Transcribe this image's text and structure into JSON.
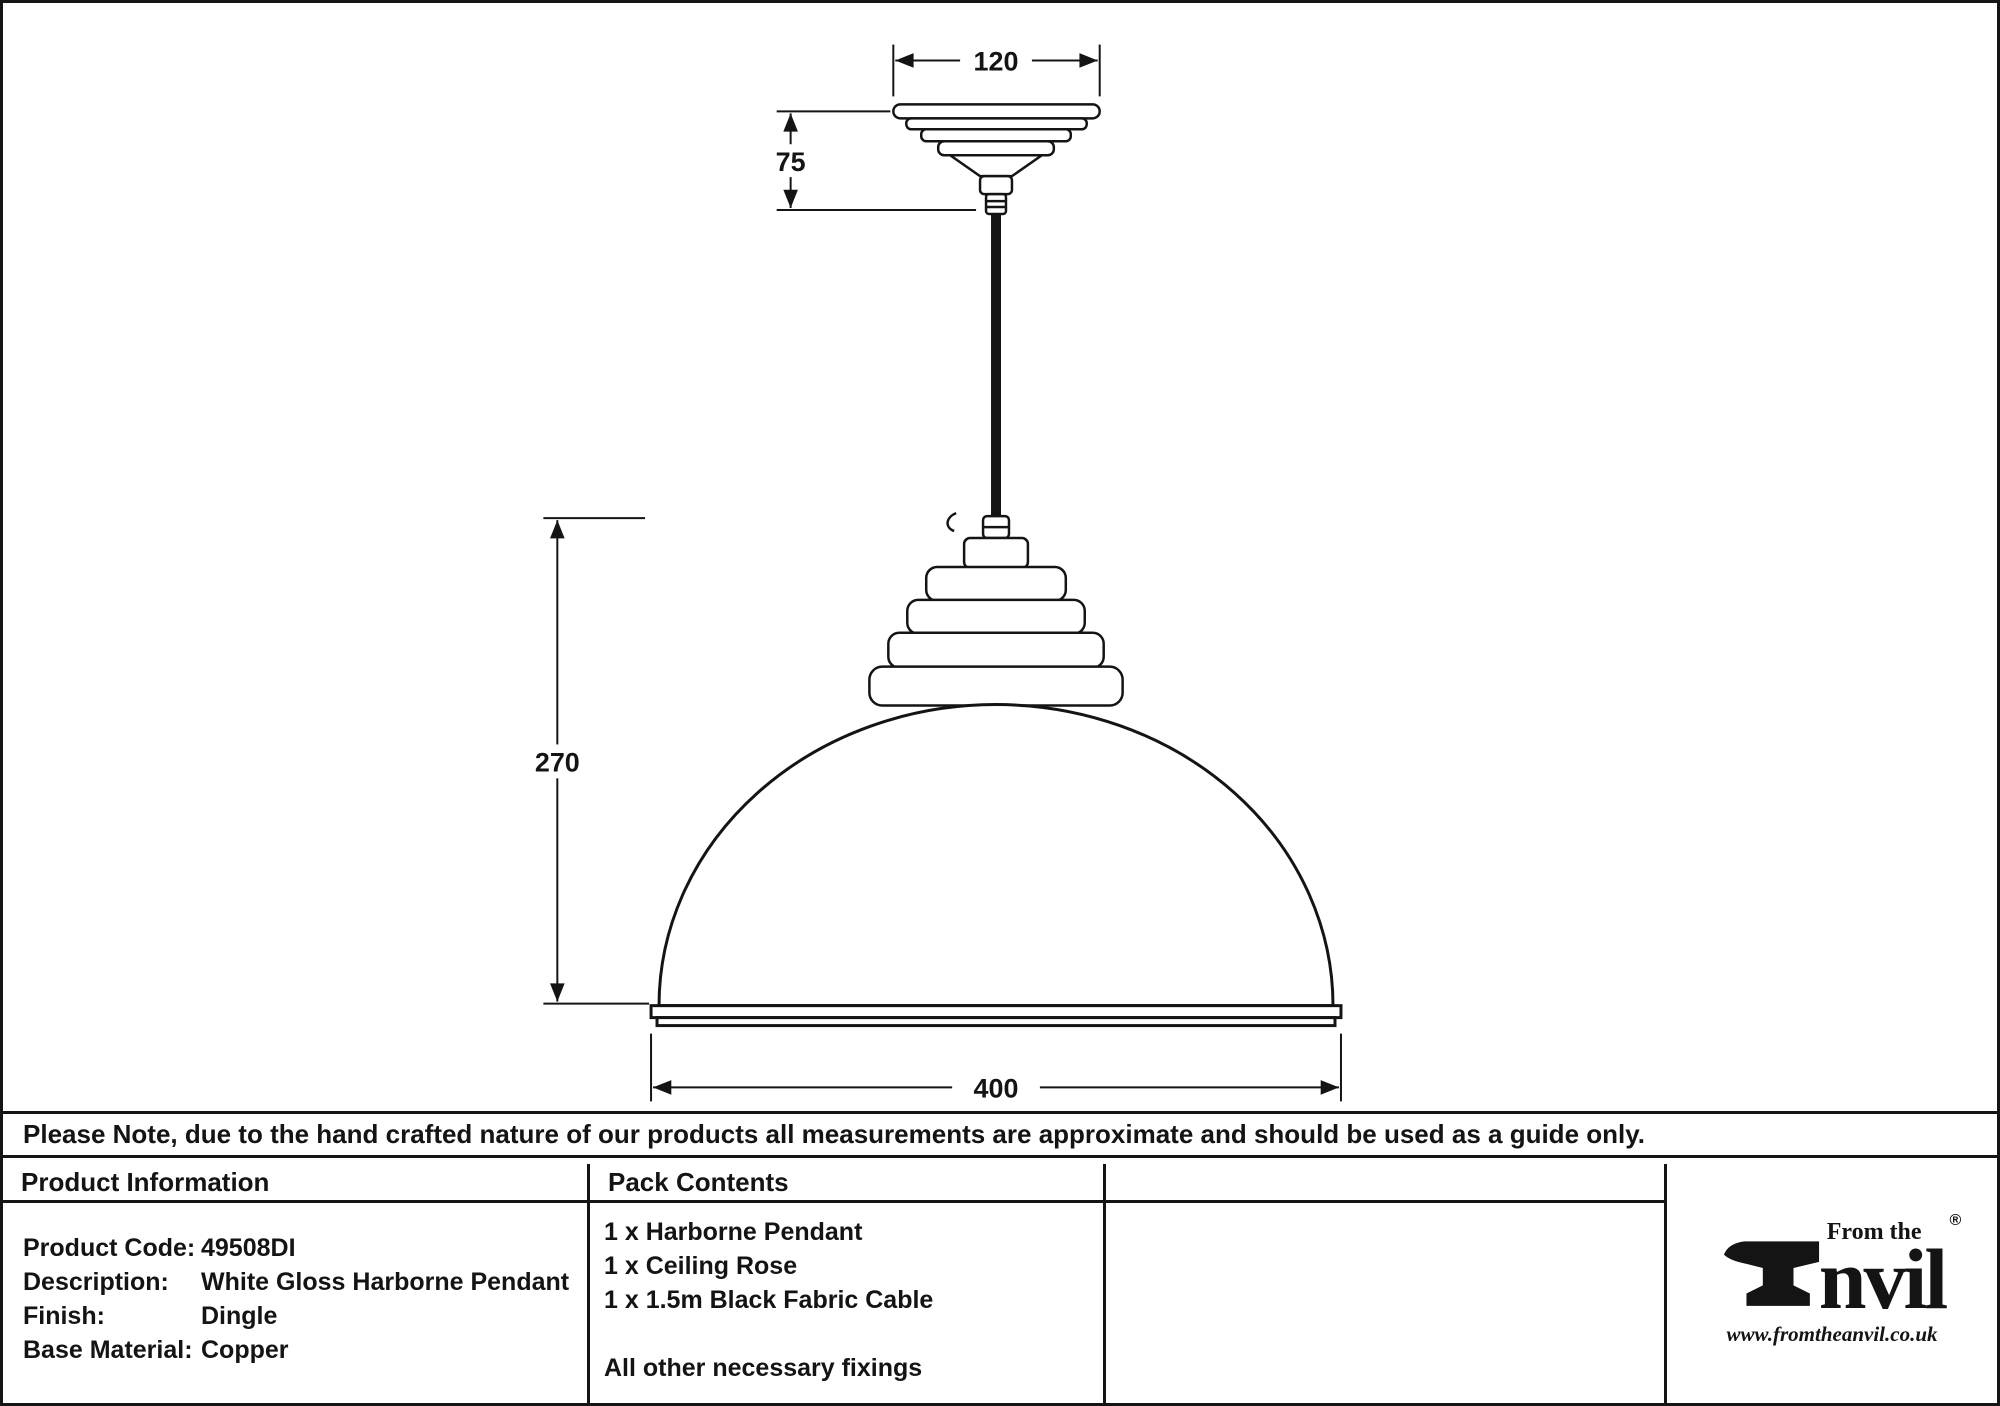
{
  "note": "Please Note, due to the hand crafted nature of our products all measurements are approximate and should be used as a guide only.",
  "drawing": {
    "dims": {
      "rose_width": "120",
      "rose_height": "75",
      "shade_height": "270",
      "shade_width": "400"
    }
  },
  "product_info": {
    "header": "Product Information",
    "rows": [
      {
        "label": "Product Code:",
        "value": "49508DI"
      },
      {
        "label": "Description:",
        "value": "White Gloss Harborne Pendant"
      },
      {
        "label": "Finish:",
        "value": "Dingle"
      },
      {
        "label": "Base Material:",
        "value": "Copper"
      }
    ]
  },
  "pack_contents": {
    "header": "Pack Contents",
    "items": [
      "1 x Harborne Pendant",
      "1 x Ceiling Rose",
      "1 x 1.5m Black Fabric Cable",
      "All other necessary fixings"
    ]
  },
  "logo": {
    "from_the": "From the",
    "name_rest": "nvil",
    "registered": "®",
    "url": "www.fromtheanvil.co.uk"
  }
}
